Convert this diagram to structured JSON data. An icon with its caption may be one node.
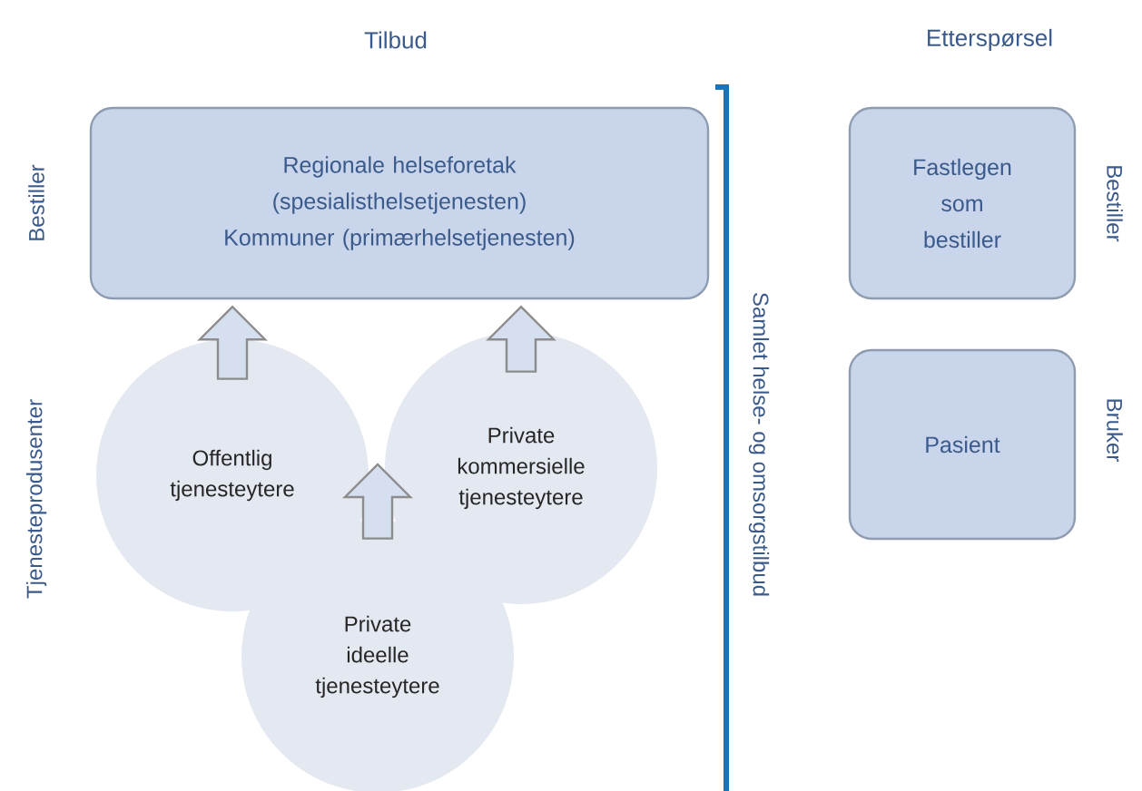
{
  "diagram": {
    "nodes": [
      {
        "text": [
          "Regionale helseforetak (spesialisthelsetjenesten) Kommuner (primærhelsetjenesten)"
        ]
      },
      {
        "text": [
          "Offentlig tjenesteytere"
        ]
      },
      {
        "text": [
          "Private kommersielle tjenesteytere"
        ]
      },
      {
        "text": [
          "Private ideelle tjenesteytere"
        ]
      },
      {
        "text": [
          "Fastlegen som bestiller"
        ]
      },
      {
        "text": [
          "Pasient"
        ]
      }
    ],
    "edges": [
      {
        "from": 1,
        "to": 0,
        "arrow": "to"
      },
      {
        "from": 2,
        "to": 0,
        "arrow": "to"
      },
      {
        "from": 3,
        "to": null,
        "arrow": "to"
      }
    ],
    "labels": [
      "Tilbud",
      "Etterspørsel",
      "Bestiller",
      "Samlet helse- og omsorgstilbud",
      "Bestiller",
      "Bruker",
      "Tjenesteprodusenter"
    ]
  }
}
